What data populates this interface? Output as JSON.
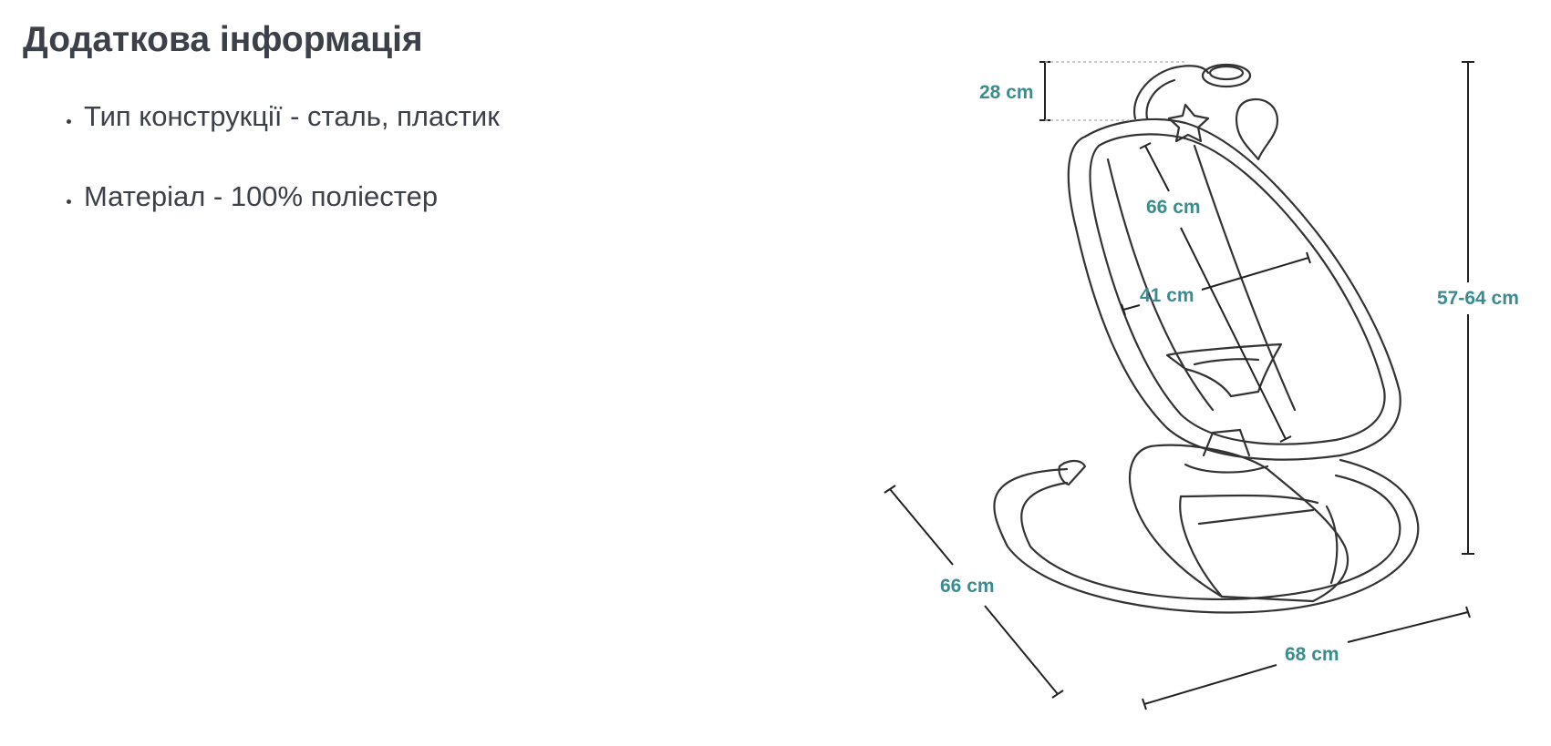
{
  "section": {
    "title": "Додаткова інформація"
  },
  "features": [
    {
      "text": "Тип конструкції - сталь, пластик"
    },
    {
      "text": "Матеріал - 100% поліестер"
    }
  ],
  "diagram": {
    "dimensions": {
      "handle_height": "28 cm",
      "seat_length": "66 cm",
      "seat_width": "41 cm",
      "total_height": "57-64 cm",
      "base_depth": "66 cm",
      "base_width": "68 cm"
    },
    "colors": {
      "label": "#3a8c8e",
      "line": "#333333"
    }
  }
}
